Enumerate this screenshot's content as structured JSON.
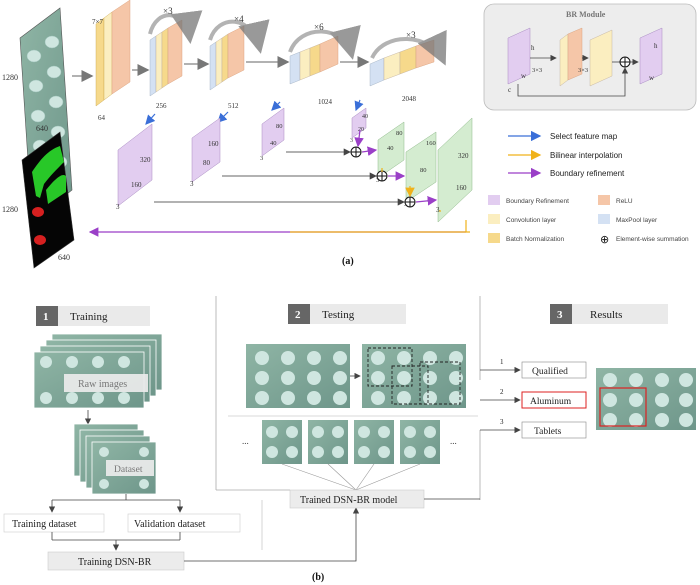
{
  "part_a": {
    "caption": "(a)",
    "input_image": {
      "height_label": "1280",
      "width_label": "640"
    },
    "output_image": {
      "height_label": "1280",
      "width_label": "640"
    },
    "encoder": {
      "first_kernel": "7×7",
      "channels": [
        "64",
        "256",
        "512",
        "1024",
        "2048"
      ],
      "repeats": [
        "×3",
        "×4",
        "×6",
        "×3"
      ]
    },
    "decoder_blocks": [
      {
        "h": "320",
        "w": "160",
        "c": "3"
      },
      {
        "h": "160",
        "w": "80",
        "c": "3"
      },
      {
        "h": "80",
        "w": "40",
        "c": "3"
      },
      {
        "h": "40",
        "w": "20",
        "c": "3"
      }
    ],
    "upsample_blocks": [
      {
        "h": "80",
        "w": "40",
        "c": "3"
      },
      {
        "h": "160",
        "w": "80",
        "c": "3"
      },
      {
        "h": "320",
        "w": "160",
        "c": "3"
      }
    ],
    "br_module": {
      "title": "BR Module",
      "h": "h",
      "w": "w",
      "c": "c",
      "kernel1": "3×3",
      "kernel2": "3×3"
    },
    "arrow_legend": [
      {
        "label": "Select feature map",
        "color": "#3a6fd8"
      },
      {
        "label": "Bilinear interpolation",
        "color": "#f0b21a"
      },
      {
        "label": "Boundary refinement",
        "color": "#9a3fc7"
      }
    ],
    "color_legend": [
      {
        "label": "Boundary Refinement",
        "color": "#e2cdf0"
      },
      {
        "label": "ReLU",
        "color": "#f5c6a8"
      },
      {
        "label": "Convolution layer",
        "color": "#fbeec0"
      },
      {
        "label": "MaxPool layer",
        "color": "#d4e1f3"
      },
      {
        "label": "Batch Normalization",
        "color": "#f6d98b"
      },
      {
        "label": "Element-wise summation",
        "symbol": "⊕"
      }
    ]
  },
  "part_b": {
    "caption": "(b)",
    "sections": [
      {
        "num": "1",
        "title": "Training"
      },
      {
        "num": "2",
        "title": "Testing"
      },
      {
        "num": "3",
        "title": "Results"
      }
    ],
    "raw_images_label": "Raw images",
    "dataset_label": "Dataset",
    "training_dataset": "Training dataset",
    "validation_dataset": "Validation dataset",
    "training_model": "Training DSN-BR",
    "trained_model": "Trained DSN-BR model",
    "ellipsis": "...",
    "results": [
      {
        "num": "1",
        "label": "Qualified"
      },
      {
        "num": "2",
        "label": "Aluminum"
      },
      {
        "num": "3",
        "label": "Tablets"
      }
    ]
  }
}
